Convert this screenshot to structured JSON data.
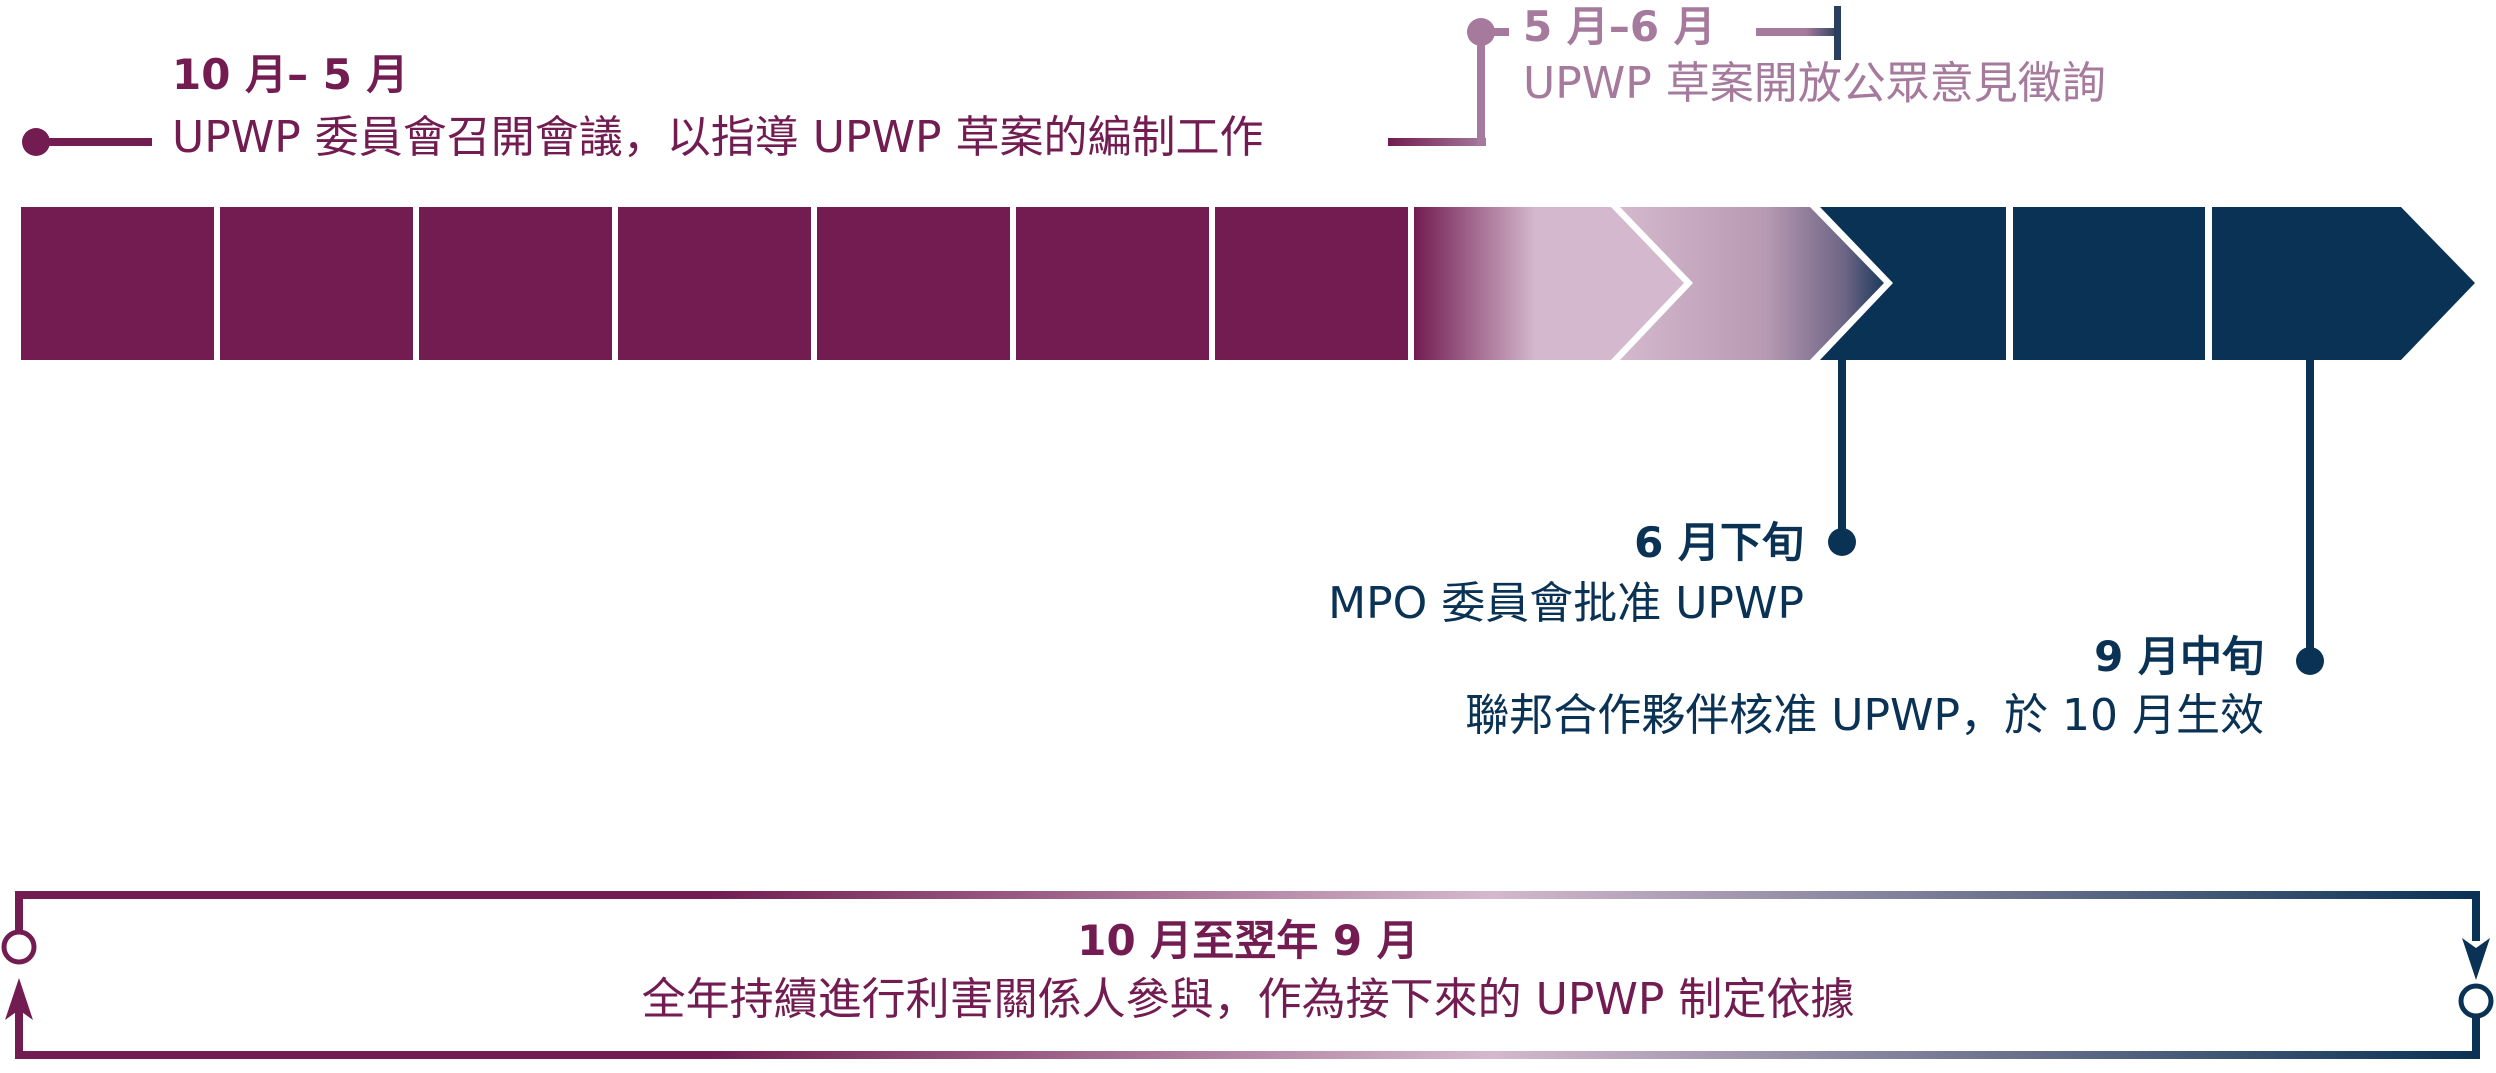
{
  "colors": {
    "plum": "#721c51",
    "mauve": "#a67a9c",
    "light_mauve": "#d4b8cd",
    "navy": "#0a3254",
    "background": "#ffffff"
  },
  "timeline": {
    "segments_count": 12,
    "segments": [
      {
        "color": "plum"
      },
      {
        "color": "plum"
      },
      {
        "color": "plum"
      },
      {
        "color": "plum"
      },
      {
        "color": "plum"
      },
      {
        "color": "plum"
      },
      {
        "color": "plum"
      },
      {
        "color": "gradient-plum-to-light-mauve",
        "shape": "chevron"
      },
      {
        "color": "gradient-light-mauve-to-navy",
        "shape": "chevron"
      },
      {
        "color": "navy"
      },
      {
        "color": "navy"
      },
      {
        "color": "navy",
        "shape": "arrow-end"
      }
    ]
  },
  "milestones": [
    {
      "id": "oct-may",
      "period": "10 月– 5 月",
      "description": "UPWP 委員會召開會議，以指導 UPWP 草案的編制工作",
      "color": "plum"
    },
    {
      "id": "may-jun",
      "period": "5 月–6 月",
      "description": "UPWP 草案開放公眾意見徵詢",
      "color": "mauve"
    },
    {
      "id": "late-jun",
      "period": "6 月下旬",
      "description": "MPO 委員會批准 UPWP",
      "color": "navy"
    },
    {
      "id": "mid-sep",
      "period": "9 月中旬",
      "description": "聯邦合作夥伴核准 UPWP，於 10 月生效",
      "color": "navy"
    }
  ],
  "cycle": {
    "period": "10 月至翌年 9 月",
    "description": "全年持續進行利害關係人參與，作為接下來的 UPWP 制定依據"
  }
}
